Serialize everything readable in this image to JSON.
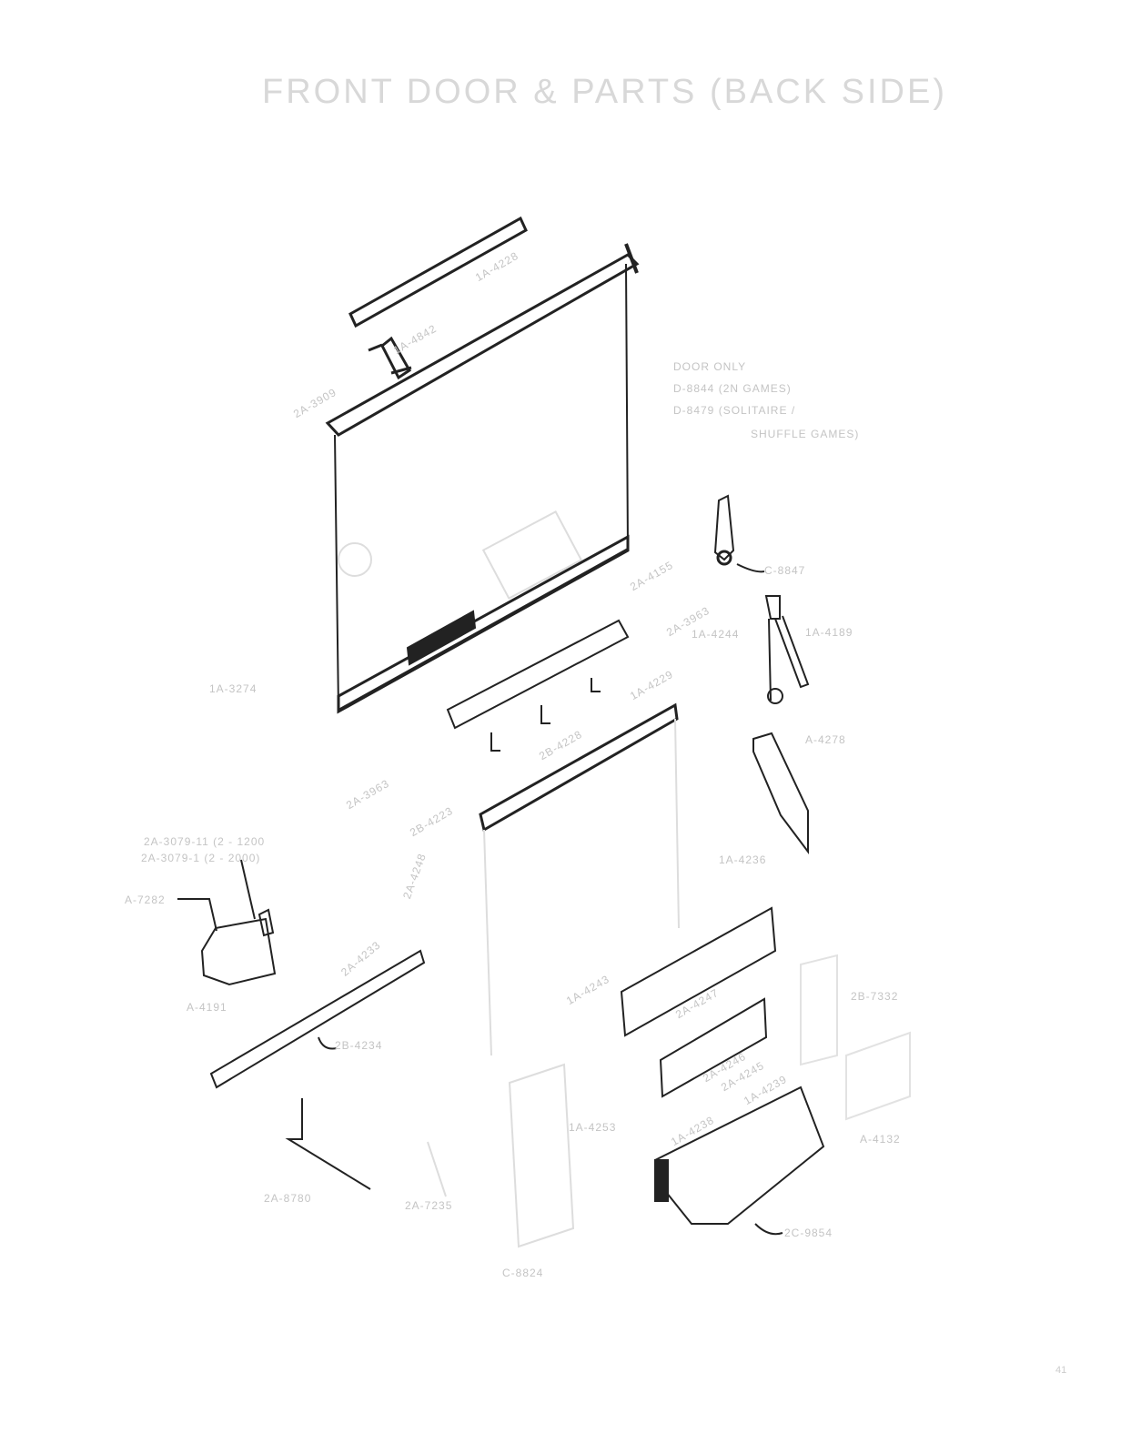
{
  "title": "FRONT DOOR & PARTS (BACK SIDE)",
  "labels": {
    "top_bar": "1A-4228",
    "hinge": "1A-4842",
    "latch": "2A-3909",
    "door_only": "DOOR ONLY",
    "door_2n": "D-8844 (2N GAMES)",
    "door_sol": "D-8479 (SOLITAIRE /",
    "door_shuffle": "SHUFFLE GAMES)",
    "lock_cam": "C-8847",
    "rod_a": "1A-4244",
    "rod_b": "1A-4189",
    "bracket_a": "2A-4155",
    "bracket_b": "2A-3963",
    "bracket_c": "1A-4229",
    "left_side": "1A-3274",
    "bracket_d": "2A-3963",
    "bracket_e": "2B-4223",
    "shelf": "2B-4228",
    "coin_note_1": "2A-3079-11 (2 - 1200",
    "coin_note_2": "2A-3079-1 (2 - 2000)",
    "coin_mech": "A-7282",
    "coin_mech_base": "A-4191",
    "small_a": "2A-4248",
    "small_b": "2A-4233",
    "plate_right_a": "A-4278",
    "plate_right_b": "1A-4236",
    "long_strip": "2B-4234",
    "lower_panel": "1A-4243",
    "plate_1": "2A-4247",
    "plate_2": "2A-4246",
    "cover": "2B-7332",
    "tray_a": "1A-4238",
    "tray_b": "2A-4245",
    "tray_c": "1A-4239",
    "small_part": "1A-4253",
    "angle": "2A-8780",
    "clip": "2A-7235",
    "coin_door": "C-8824",
    "right_box": "A-4132",
    "coin_box": "2C-9854"
  },
  "page_number": "41"
}
